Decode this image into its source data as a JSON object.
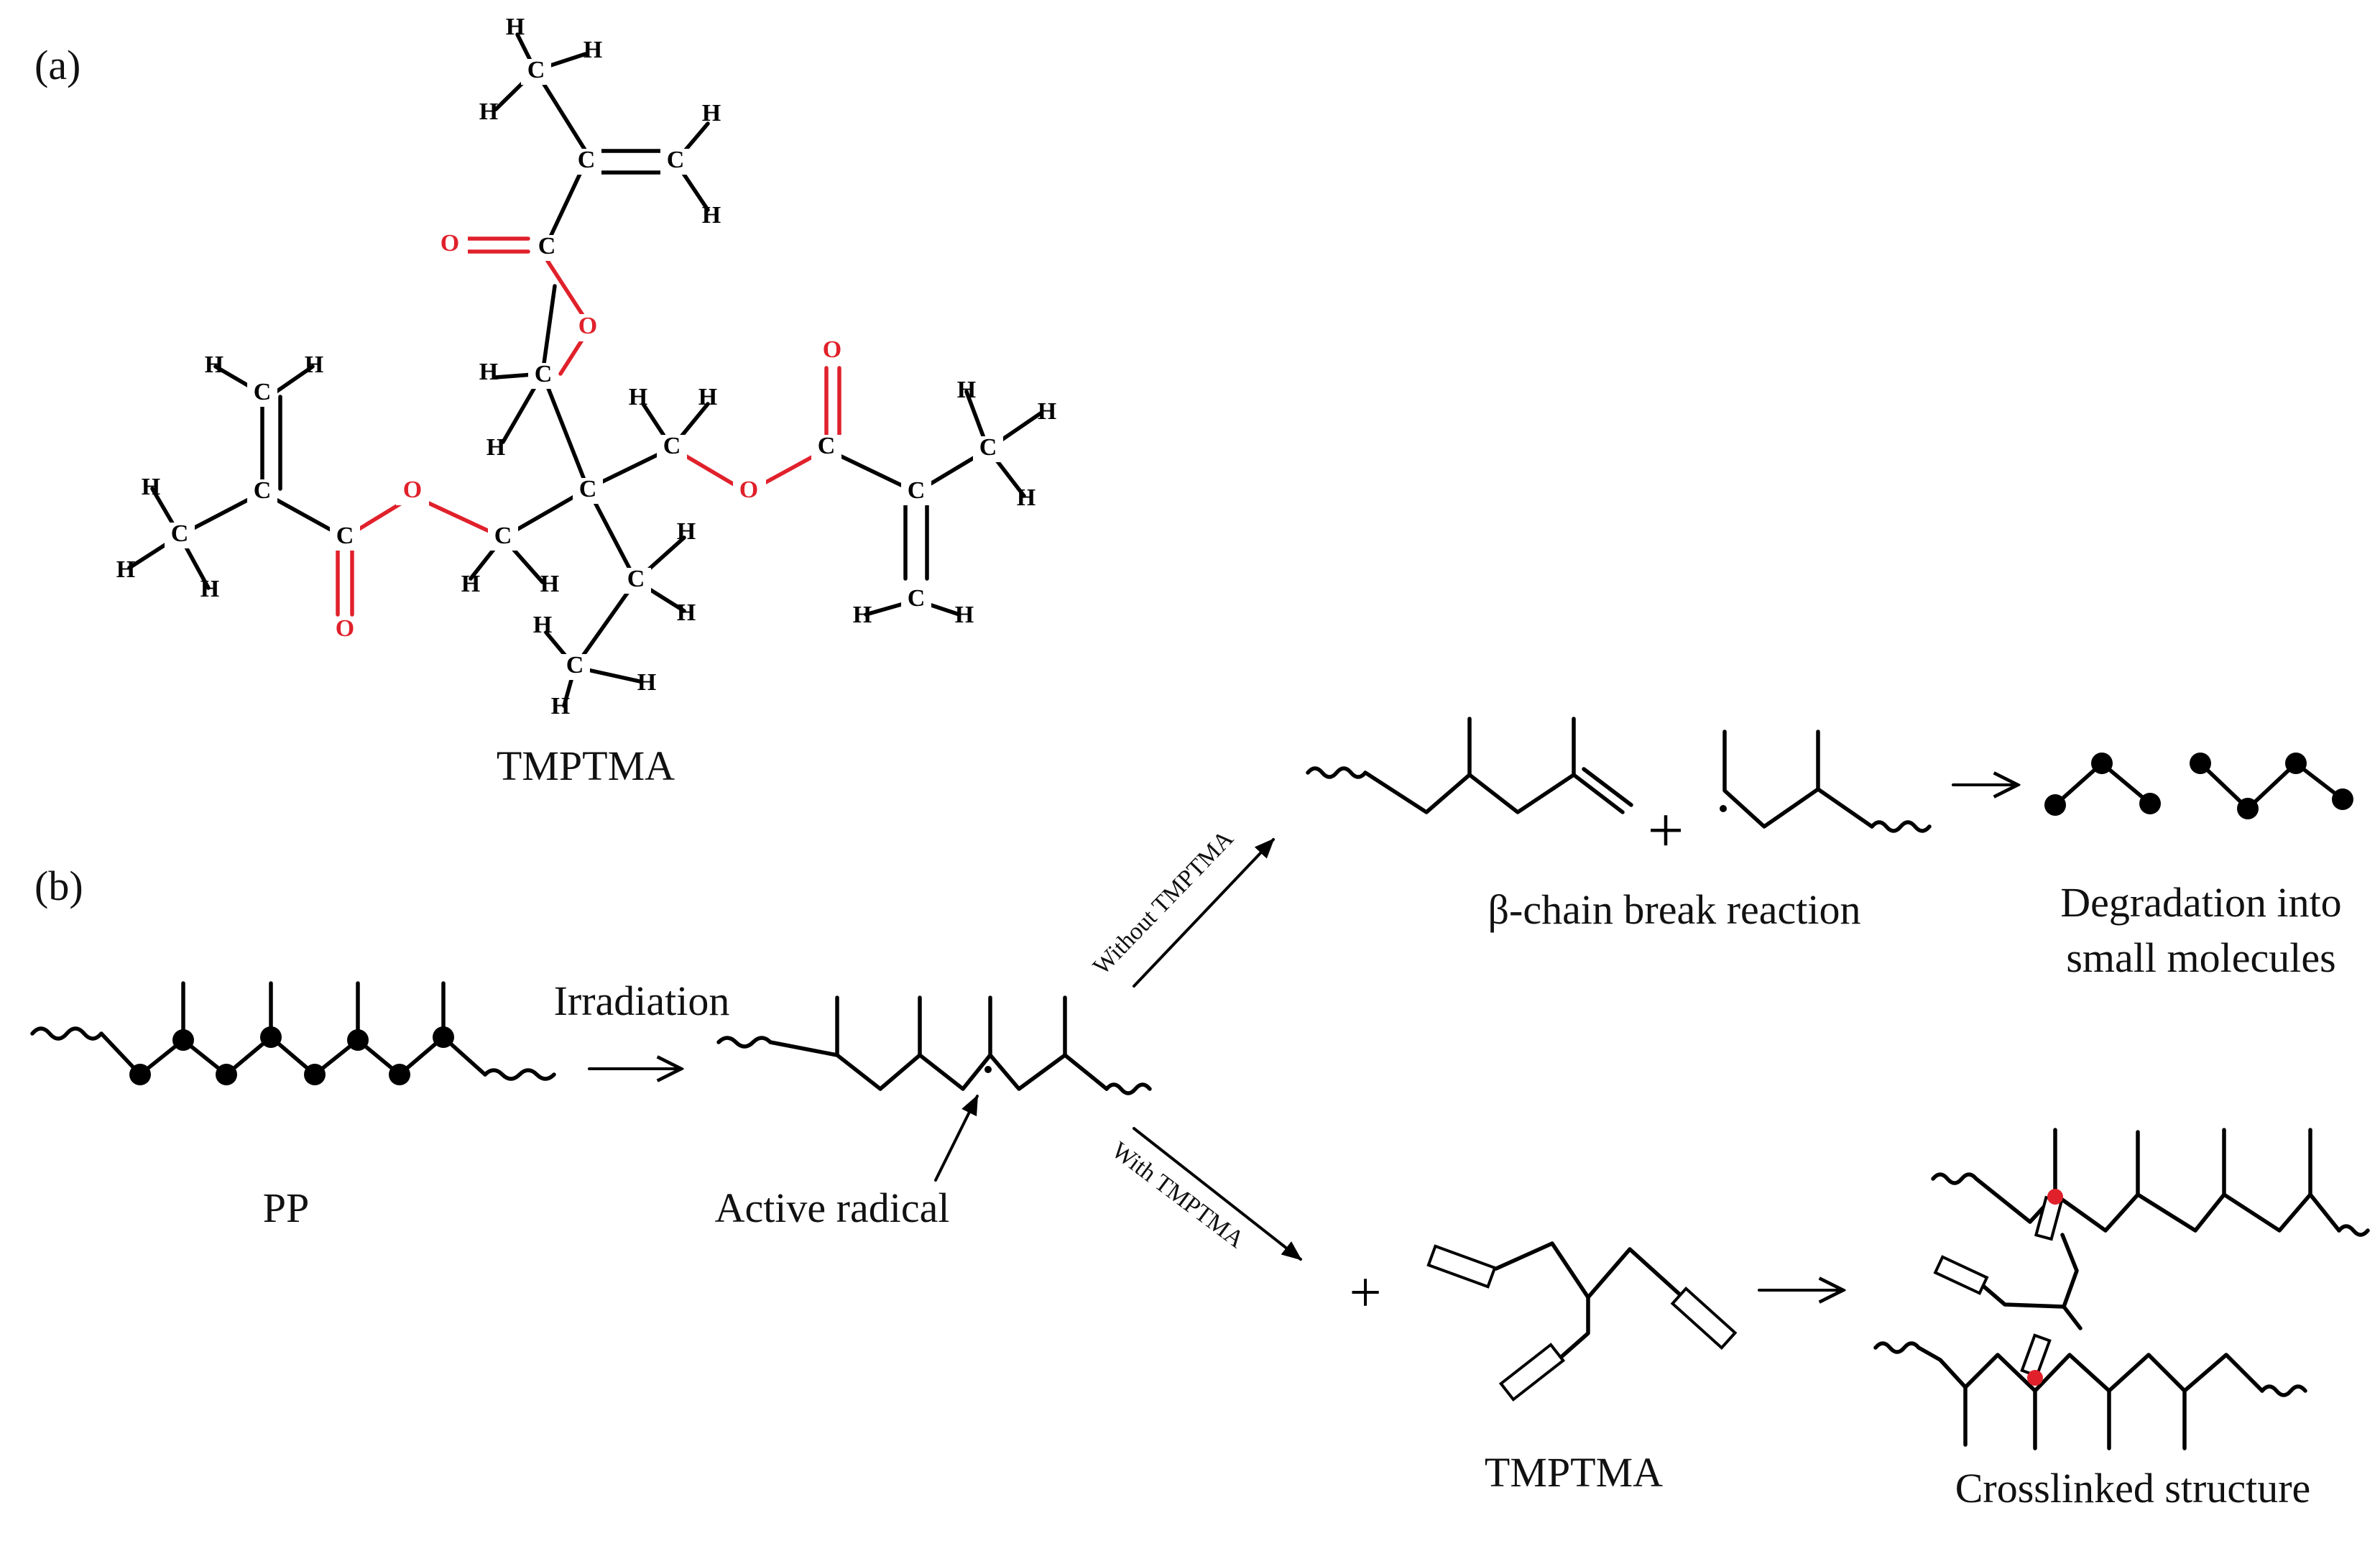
{
  "panel_a": {
    "label": "(a)",
    "molecule_name": "TMPTMA"
  },
  "panel_b": {
    "label": "(b)",
    "pp_label": "PP",
    "irradiation_label": "Irradiation",
    "active_radical_label": "Active radical",
    "without_label": "Without TMPTMA",
    "with_label": "With TMPTMA",
    "beta_label": "β-chain break reaction",
    "degradation_line1": "Degradation into",
    "degradation_line2": "small molecules",
    "tmptma_label": "TMPTMA",
    "crosslinked_label": "Crosslinked structure",
    "plus_sign": "+"
  },
  "atoms": {
    "carbon": "C",
    "hydrogen": "H",
    "oxygen": "O"
  },
  "colors": {
    "oxygen": "#e0212b",
    "bonds": "#000000",
    "crosslink_dot": "#e0212b"
  }
}
